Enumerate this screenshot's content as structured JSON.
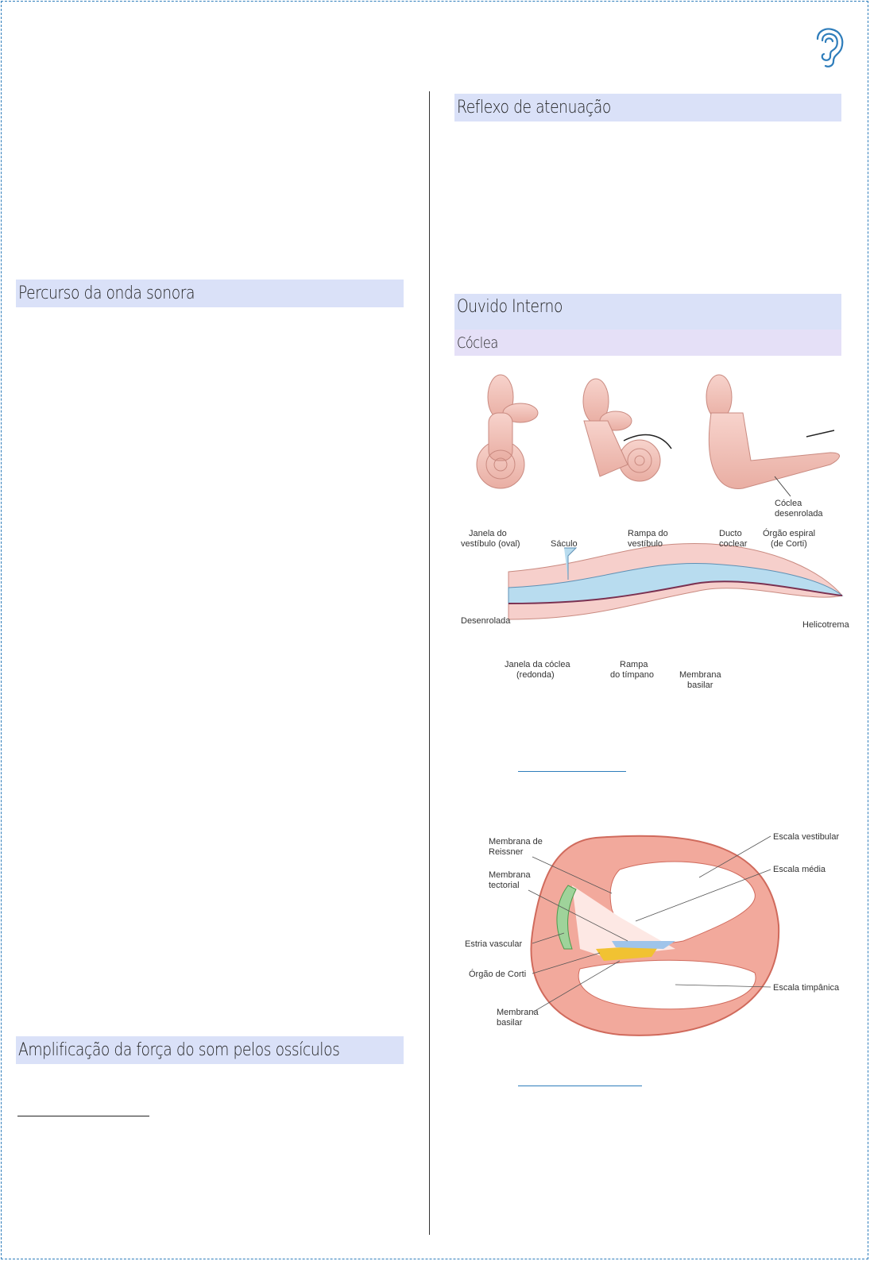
{
  "headings": {
    "percurso": "Percurso da onda sonora",
    "amplificacao": "Amplificação da força do som pelos ossículos",
    "reflexo": "Reflexo de atenuação",
    "ouvido_interno": "Ouvido Interno",
    "coclea": "Cóclea"
  },
  "figure1": {
    "labels": {
      "coclea_desenrolada_1": "Cóclea",
      "coclea_desenrolada_2": "desenrolada",
      "janela_vestibulo_1": "Janela do",
      "janela_vestibulo_2": "vestíbulo (oval)",
      "saculo": "Sáculo",
      "rampa_vestibulo_1": "Rampa do",
      "rampa_vestibulo_2": "vestíbulo",
      "ducto_coclear_1": "Ducto",
      "ducto_coclear_2": "coclear",
      "orgao_espiral_1": "Órgão espiral",
      "orgao_espiral_2": "(de Corti)",
      "desenrolada": "Desenrolada",
      "helicotrema": "Helicotrema",
      "janela_coclea_1": "Janela da cóclea",
      "janela_coclea_2": "(redonda)",
      "rampa_timpano_1": "Rampa",
      "rampa_timpano_2": "do tímpano",
      "membrana_basilar_1": "Membrana",
      "membrana_basilar_2": "basilar"
    }
  },
  "figure2": {
    "labels": {
      "reissner_1": "Membrana de",
      "reissner_2": "Reissner",
      "tectorial_1": "Membrana",
      "tectorial_2": "tectorial",
      "estria": "Estria vascular",
      "corti": "Órgão de Corti",
      "basilar_1": "Membrana",
      "basilar_2": "basilar",
      "vestibular": "Escala vestibular",
      "media": "Escala média",
      "timpanica": "Escala timpânica"
    }
  },
  "colors": {
    "accent": "#2e7dbb",
    "heading_bg": "#dae1f8",
    "subheading_bg": "#e5e0f7"
  }
}
